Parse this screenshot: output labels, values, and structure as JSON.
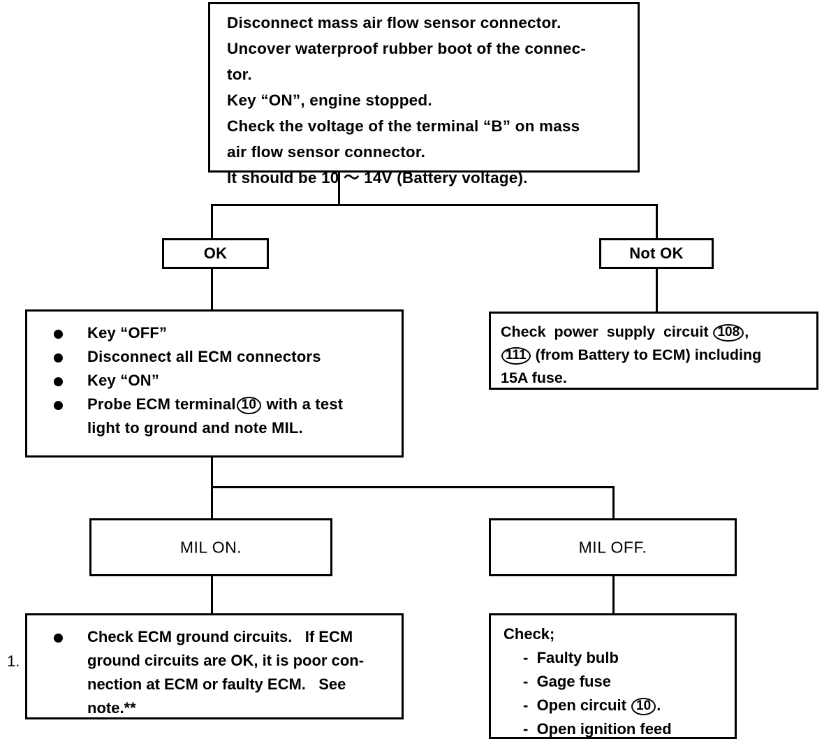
{
  "diagram": {
    "title": "Mass air flow sensor power supply diagnostic flowchart",
    "step_number": "1.",
    "line_color": "#000000",
    "background_color": "#ffffff"
  },
  "top_box": {
    "name": "instruction-box",
    "lines": [
      "Disconnect mass air flow sensor connector.",
      "Uncover waterproof rubber boot of the connec-",
      "tor.",
      "Key “ON”, engine stopped.",
      "Check the voltage of the terminal “B” on mass",
      "air flow sensor connector.",
      "It should be 10 ～ 14V (Battery voltage)."
    ]
  },
  "branch_one": {
    "ok_label": "OK",
    "not_ok_label": "Not OK"
  },
  "ok_path": {
    "bullets": [
      {
        "text": "Key “OFF”"
      },
      {
        "text": "Disconnect all ECM connectors"
      },
      {
        "text": "Key “ON”"
      },
      {
        "text_before": "Probe ECM terminal",
        "circled_code": "10",
        "text_after": "with a test",
        "text_line2": "light to ground and note MIL."
      }
    ]
  },
  "not_ok_path": {
    "line1_before": "Check  power  supply  circuit",
    "line1_circled": "108",
    "line1_after": ",",
    "line2_circled": "111",
    "line2_after": " (from Battery to ECM) including",
    "line3": "15A fuse."
  },
  "branch_two": {
    "mil_on_label": "MIL ON.",
    "mil_off_label": "MIL OFF."
  },
  "mil_on_result": {
    "lines": [
      "Check ECM ground circuits.   If ECM",
      "ground circuits are OK, it is poor con-",
      "nection at ECM or faulty ECM.   See",
      "note.**"
    ]
  },
  "mil_off_result": {
    "header": "Check;",
    "items": [
      {
        "dash": "-",
        "text": "Faulty bulb"
      },
      {
        "dash": "-",
        "text": "Gage fuse"
      },
      {
        "dash": "-",
        "text_before": "Open circuit",
        "circled_code": "10",
        "text_after": "."
      },
      {
        "dash": "-",
        "text": "Open ignition feed"
      }
    ]
  }
}
